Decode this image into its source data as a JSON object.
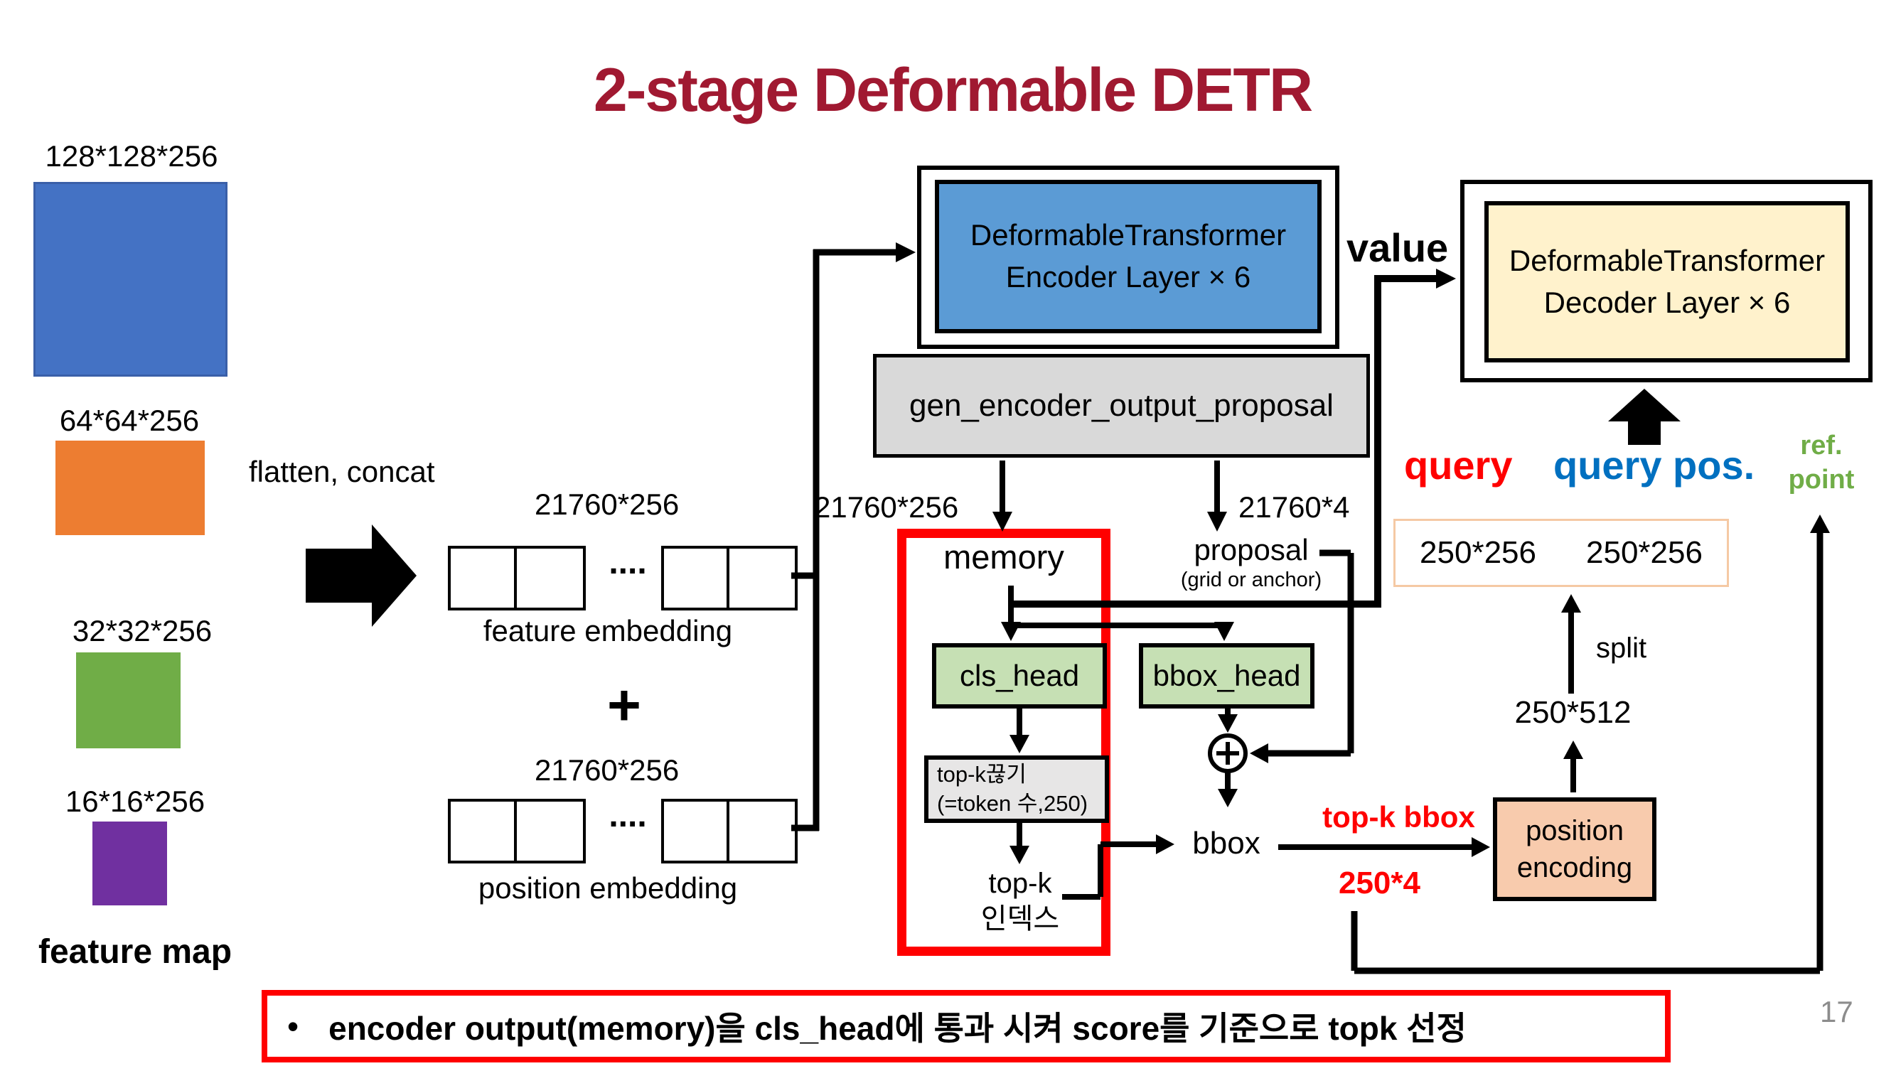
{
  "title": "2-stage Deformable DETR",
  "page_number": "17",
  "feature_maps": {
    "heading": "feature map",
    "items": [
      {
        "label": "128*128*256",
        "color": "#4472C4"
      },
      {
        "label": "64*64*256",
        "color": "#ED7D31"
      },
      {
        "label": "32*32*256",
        "color": "#70AD47"
      },
      {
        "label": "16*16*256",
        "color": "#7030A0"
      }
    ]
  },
  "flatten_label": "flatten, concat",
  "embeddings": {
    "feature": {
      "dim": "21760*256",
      "dots": "....",
      "label": "feature embedding"
    },
    "plus": "+",
    "position": {
      "dim": "21760*256",
      "dots": "....",
      "label": "position embedding"
    }
  },
  "encoder": {
    "line1": "DeformableTransformer",
    "line2": "Encoder Layer × 6",
    "fill": "#5B9BD5"
  },
  "gen_proposal_label": "gen_encoder_output_proposal",
  "memory_branch": {
    "dim": "21760*256",
    "label": "memory"
  },
  "proposal_branch": {
    "dim": "21760*4",
    "label": "proposal",
    "sublabel": "(grid or anchor)"
  },
  "cls_head_label": "cls_head",
  "bbox_head_label": "bbox_head",
  "topk_cut_box": {
    "line1": "top-k끊기",
    "line2": "(=token 수,250)"
  },
  "topk_index": {
    "line1": "top-k",
    "line2": "인덱스"
  },
  "bbox_label": "bbox",
  "topk_bbox_label": "top-k bbox",
  "dim_250_4": "250*4",
  "position_encoding": {
    "line1": "position",
    "line2": "encoding",
    "fill": "#F8CBAD"
  },
  "dim_250_512": "250*512",
  "split_label": "split",
  "query_box": {
    "left": "250*256",
    "right": "250*256"
  },
  "query_label": "query",
  "query_pos_label": "query pos.",
  "ref_point": {
    "line1": "ref.",
    "line2": "point"
  },
  "value_label": "value",
  "decoder": {
    "line1": "DeformableTransformer",
    "line2": "Decoder Layer × 6",
    "fill": "#FFF2CC"
  },
  "bullet_note": {
    "bullet": "•",
    "text": "encoder output(memory)을 cls_head에 통과 시켜 score를 기준으로 topk 선정"
  },
  "colors": {
    "title": "#A01931",
    "encoder_fill": "#5B9BD5",
    "decoder_fill": "#FFF2CC",
    "gen_fill": "#D9D9D9",
    "head_fill": "#C6E0B4",
    "topk_fill": "#E7E6E6",
    "posenc_fill": "#F8CBAD",
    "highlight_red": "#FF0000",
    "query_red": "#FF0000",
    "query_pos_blue": "#0070C0",
    "ref_green": "#70AD47",
    "page_gray": "#8C8C8C"
  }
}
